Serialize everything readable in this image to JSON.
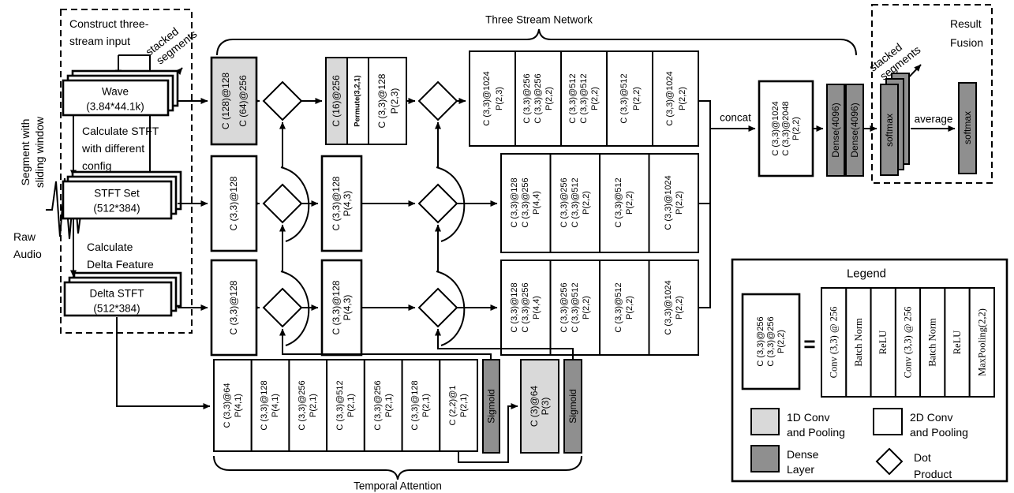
{
  "colors": {
    "light_gray": "#d9d9d9",
    "dark_gray": "#8f8f8f",
    "box_white": "#ffffff",
    "line": "#000000"
  },
  "labels": {
    "three_stream": "Three Stream Network",
    "temporal_attention": "Temporal Attention",
    "concat": "concat",
    "average": "average"
  },
  "input_section": {
    "construct": [
      "Construct three-",
      "stream input"
    ],
    "segment": [
      "Segment with",
      "sliding window"
    ],
    "raw_audio": [
      "Raw",
      "Audio"
    ],
    "stacked": [
      "stacked",
      "segments"
    ],
    "wave_box": [
      "Wave",
      "(3.84*44.1k)"
    ],
    "calc_stft": [
      "Calculate STFT",
      "with different",
      "config"
    ],
    "stft_box": [
      "STFT Set",
      "(512*384)"
    ],
    "calc_delta": [
      "Calculate",
      "Delta Feature"
    ],
    "delta_box": [
      "Delta STFT",
      "(512*384)"
    ]
  },
  "wave_stream": {
    "b1": [
      "C (128)@128",
      "C (64)@256"
    ],
    "b2c1": [
      "C (16)@256"
    ],
    "b2c2": [
      "Permute(3,2,1)"
    ],
    "b2c3": [
      "C (3,3)@128",
      "P(2,3)"
    ],
    "b3c1": [
      "C (3,3)@1024",
      "P(2,3)"
    ],
    "b3c2": [
      "C (3,3)@256",
      "C (3,3)@256",
      "P(2,2)"
    ],
    "b3c3": [
      "C (3,3)@512",
      "C (3,3)@512",
      "P(2,2)"
    ],
    "b3c4": [
      "C (3,3)@512",
      "P(2,2)"
    ],
    "b3c5": [
      "C (3,3)@1024",
      "P(2,2)"
    ]
  },
  "stft_stream": {
    "b1": [
      "C (3,3)@128"
    ],
    "b2": [
      "C (3,3)@128",
      "P(4,3)"
    ],
    "b3c1": [
      "C (3,3)@128",
      "C (3,3)@256",
      "P(4,4)"
    ],
    "b3c2": [
      "C (3,3)@256",
      "C (3,3)@512",
      "P(2,2)"
    ],
    "b3c3": [
      "C (3,3)@512",
      "P(2,2)"
    ],
    "b3c4": [
      "C (3,3)@1024",
      "P(2,2)"
    ]
  },
  "delta_stream": {
    "b1": [
      "C (3,3)@128"
    ],
    "b2": [
      "C (3,3)@128",
      "P(4,3)"
    ],
    "b3c1": [
      "C (3,3)@128",
      "C (3,3)@256",
      "P(4,4)"
    ],
    "b3c2": [
      "C (3,3)@256",
      "C (3,3)@512",
      "P(2,2)"
    ],
    "b3c3": [
      "C (3,3)@512",
      "P(2,2)"
    ],
    "b3c4": [
      "C (3,3)@1024",
      "P(2,2)"
    ]
  },
  "head": {
    "conv": [
      "C (3,3)@1024",
      "C (3,3)@2048",
      "P(2,2)"
    ],
    "dense": [
      "Dense(4096)",
      "Dense(4096)"
    ]
  },
  "fusion": {
    "title": [
      "Result",
      "Fusion"
    ],
    "stacked": [
      "stacked",
      "segments"
    ],
    "softmax_stack": "softmax",
    "softmax_final": "softmax"
  },
  "attention": {
    "cols": [
      [
        "C (3,3)@64",
        "P(4,1)"
      ],
      [
        "C (3,3)@128",
        "P(4,1)"
      ],
      [
        "C (3,3)@256",
        "P(2,1)"
      ],
      [
        "C (3,3)@512",
        "P(2,1)"
      ],
      [
        "C (3,3)@256",
        "P(2,1)"
      ],
      [
        "C (3,3)@128",
        "P(2,1)"
      ],
      [
        "C (2,2)@1",
        "P(2,1)"
      ]
    ],
    "sigmoid1": "Sigmoid",
    "conv": [
      "C (3)@64",
      "P(3)"
    ],
    "sigmoid2": "Sigmoid"
  },
  "legend": {
    "title": "Legend",
    "sample": [
      "C (3,3)@256",
      "C (3,3)@256",
      "P(2,2)"
    ],
    "equals": "=",
    "expansion": [
      "Conv (3,3) @ 256",
      "Batch Norm",
      "ReLU",
      "Conv (3,3) @ 256",
      "Batch Norm",
      "ReLU",
      "MaxPooling(2,2)"
    ],
    "swatch_1d": [
      "1D Conv",
      "and Pooling"
    ],
    "swatch_2d": [
      "2D Conv",
      "and Pooling"
    ],
    "swatch_dense": [
      "Dense",
      "Layer"
    ],
    "swatch_dot": [
      "Dot",
      "Product"
    ]
  }
}
